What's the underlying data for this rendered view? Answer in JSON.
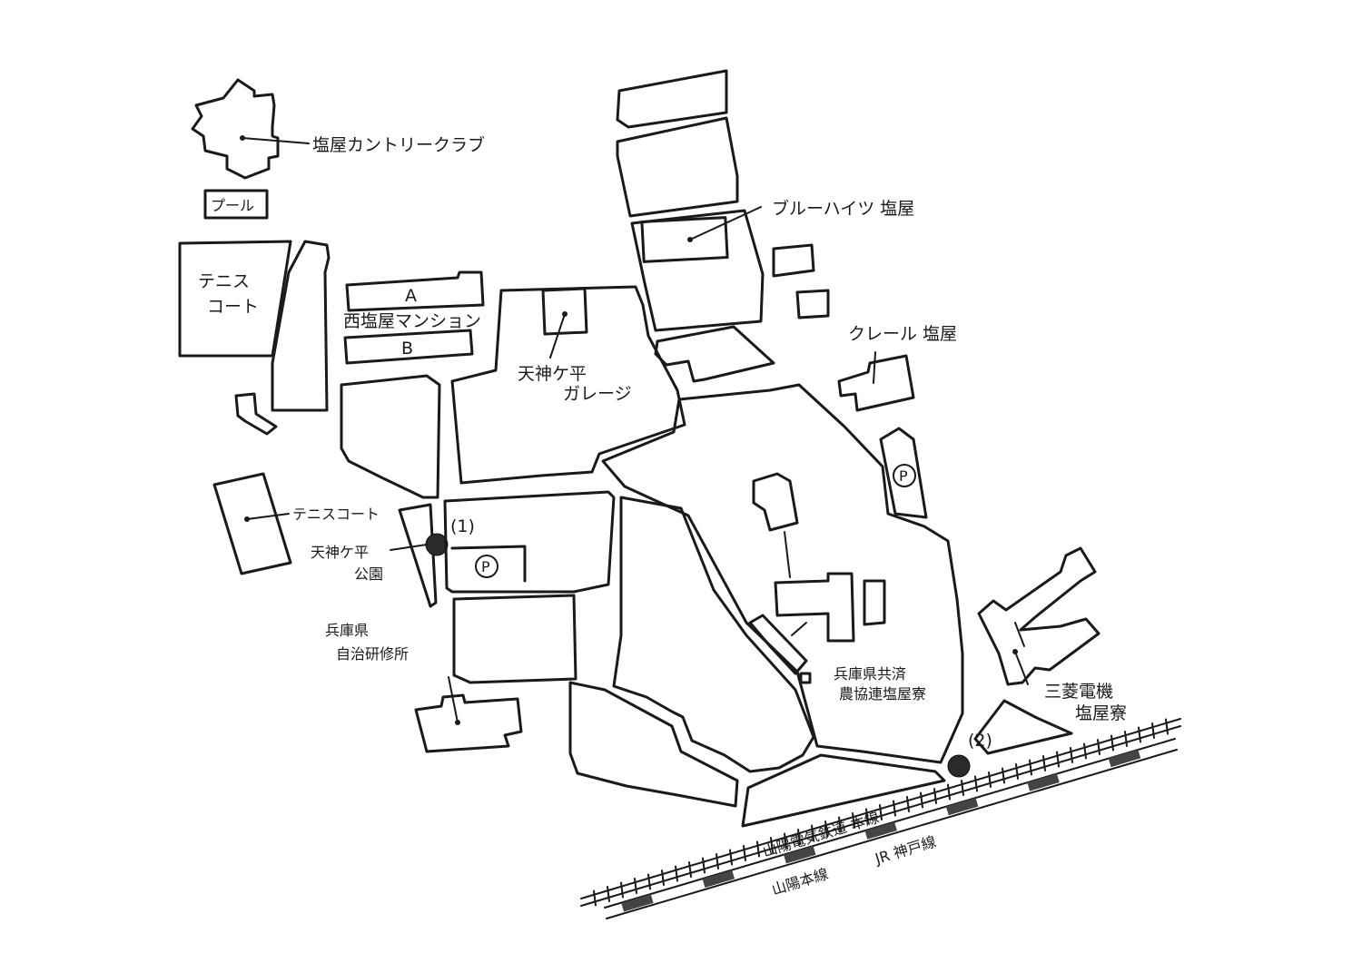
{
  "labels": {
    "country_club": "塩屋カントリークラブ",
    "pool": "プール",
    "tennis_court_1_line1": "テニス",
    "tennis_court_1_line2": "コート",
    "mansion_a": "A",
    "mansion_name": "西塩屋マンション",
    "mansion_b": "B",
    "garage_line1": "天神ケ平",
    "garage_line2": "ガレージ",
    "blue_heights": "ブルーハイツ 塩屋",
    "creil": "クレール 塩屋",
    "parking": "P",
    "tennis_court_2": "テニスコート",
    "park_line1": "天神ケ平",
    "park_line2": "公園",
    "marker_1": "(1)",
    "marker_2": "(2)",
    "hyogo_line1": "兵庫県",
    "hyogo_line2": "自治研修所",
    "dorm_line1": "兵庫県共済",
    "dorm_line2": "農協連塩屋寮",
    "mitsubishi_line1": "三菱電機",
    "mitsubishi_line2": "塩屋寮",
    "rail_sanyo_electric": "山陽電気鉄道 本線",
    "rail_sanyo_main": "山陽本線",
    "rail_jr_kobe": "JR 神戸線"
  },
  "colors": {
    "ink": "#1a1a1a",
    "paper": "#ffffff"
  }
}
